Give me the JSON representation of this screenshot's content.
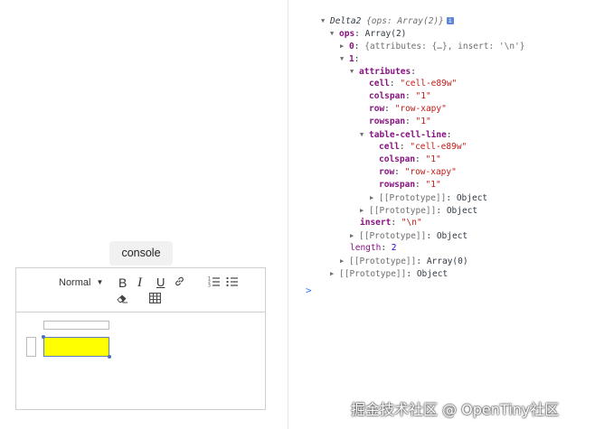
{
  "editor": {
    "console_label": "console",
    "toolbar": {
      "header_value": "Normal",
      "bold": "B",
      "italic": "I",
      "underline": "U"
    },
    "table_cell_color": "#ffff00"
  },
  "console": {
    "root_title": "Delta2",
    "root_preview": "{ops: Array(2)}",
    "ops_key": "ops",
    "ops_value": "Array(2)",
    "item0_key": "0",
    "item0_preview": "{attributes: {…}, insert: '\\n'}",
    "item1_key": "1",
    "attributes_key": "attributes",
    "attr_cell_key": "cell",
    "attr_cell_val": "\"cell-e89w\"",
    "attr_colspan_key": "colspan",
    "attr_colspan_val": "\"1\"",
    "attr_row_key": "row",
    "attr_row_val": "\"row-xapy\"",
    "attr_rowspan_key": "rowspan",
    "attr_rowspan_val": "\"1\"",
    "tcl_key": "table-cell-line",
    "tcl_cell_key": "cell",
    "tcl_cell_val": "\"cell-e89w\"",
    "tcl_colspan_key": "colspan",
    "tcl_colspan_val": "\"1\"",
    "tcl_row_key": "row",
    "tcl_row_val": "\"row-xapy\"",
    "tcl_rowspan_key": "rowspan",
    "tcl_rowspan_val": "\"1\"",
    "proto_key": "[[Prototype]]",
    "proto_object": "Object",
    "proto_array": "Array(0)",
    "insert_key": "insert",
    "insert_val": "\"\\n\"",
    "length_key": "length",
    "length_val": "2",
    "prompt": ">"
  },
  "watermark": "掘金技术社区 @ OpenTiny社区"
}
